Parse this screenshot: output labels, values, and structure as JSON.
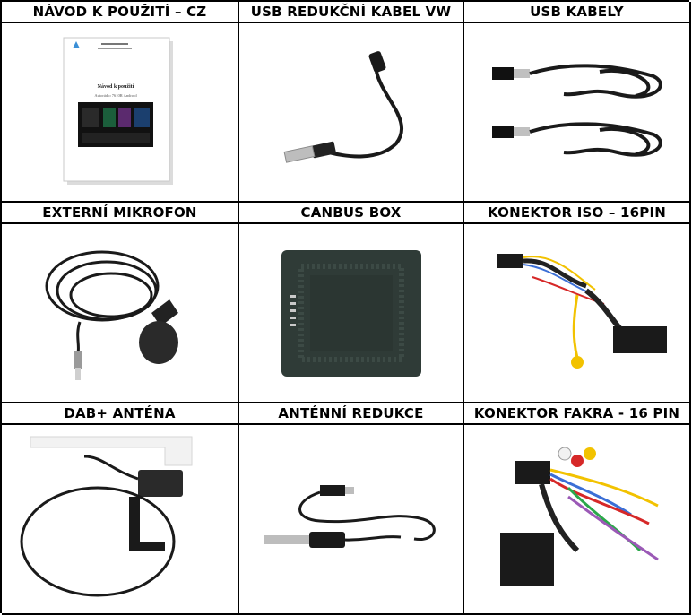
{
  "rows": [
    {
      "headers": [
        "NÁVOD K POUŽITÍ – CZ",
        "USB REDUKČNÍ KABEL VW",
        "USB KABELY"
      ],
      "images": [
        "manual-booklet",
        "usb-adapter-cable",
        "usb-cables"
      ]
    },
    {
      "headers": [
        "EXTERNÍ MIKROFON",
        "CANBUS BOX",
        "KONEKTOR ISO – 16PIN"
      ],
      "images": [
        "external-microphone",
        "canbus-box",
        "iso-connector-harness"
      ]
    },
    {
      "headers": [
        "DAB+ ANTÉNA",
        "ANTÉNNÍ REDUKCE",
        "KONEKTOR FAKRA - 16 PIN"
      ],
      "images": [
        "dab-antenna",
        "antenna-adapter",
        "fakra-connector-harness"
      ]
    }
  ],
  "manual": {
    "title": "Návod k použití",
    "subtitle": "Autorádio 7610R Android"
  },
  "colors": {
    "border": "#000000",
    "cable": "#1a1a1a",
    "canbus": "#2f3b37",
    "accent_red": "#d62828",
    "accent_yellow": "#f2c200"
  }
}
